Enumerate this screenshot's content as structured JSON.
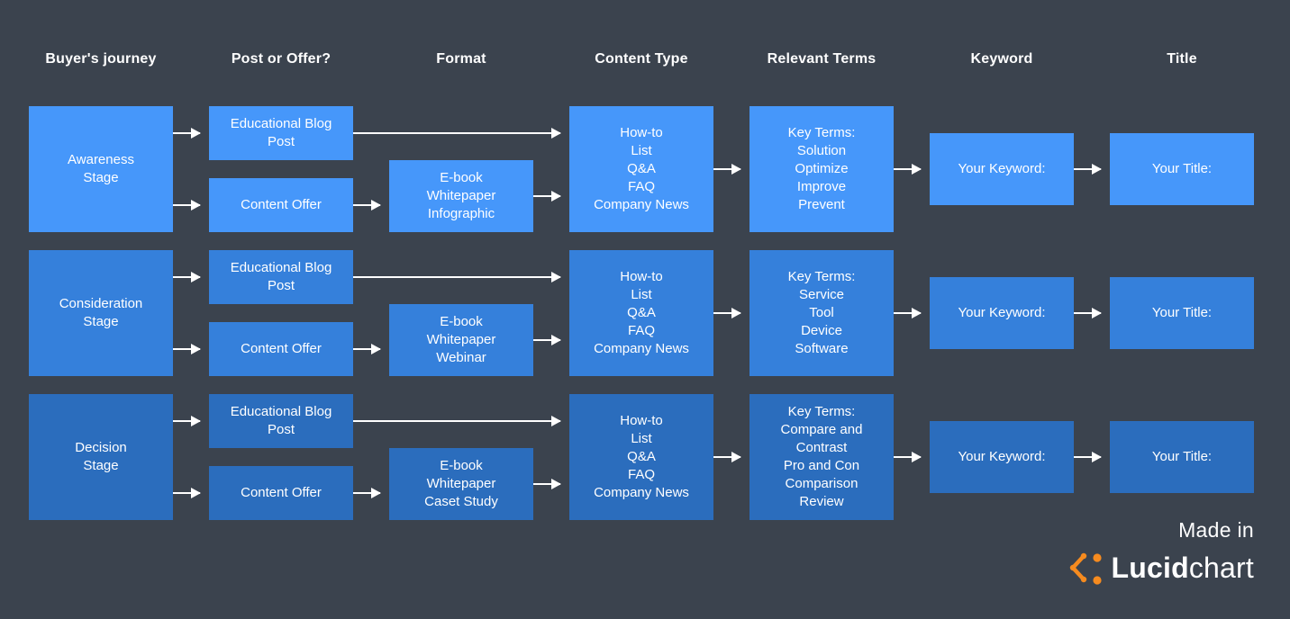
{
  "colors": {
    "background": "#3b434e",
    "row_awareness": "#4697fa",
    "row_consideration": "#3580db",
    "row_decision": "#2b6dbd",
    "arrow": "#ffffff",
    "text": "#ffffff",
    "brand_orange": "#f68b1f"
  },
  "headers": [
    "Buyer's journey",
    "Post or Offer?",
    "Format",
    "Content Type",
    "Relevant Terms",
    "Keyword",
    "Title"
  ],
  "rows": [
    {
      "stage": "Awareness\nStage",
      "blog": "Educational Blog\nPost",
      "offer": "Content Offer",
      "format": "E-book\nWhitepaper\nInfographic",
      "content_type": "How-to\nList\nQ&A\nFAQ\nCompany News",
      "relevant_terms": "Key Terms:\nSolution\nOptimize\nImprove\nPrevent",
      "keyword": "Your Keyword:",
      "title": "Your Title:"
    },
    {
      "stage": "Consideration\nStage",
      "blog": "Educational Blog\nPost",
      "offer": "Content Offer",
      "format": "E-book\nWhitepaper\nWebinar",
      "content_type": "How-to\nList\nQ&A\nFAQ\nCompany News",
      "relevant_terms": "Key Terms:\nService\nTool\nDevice\nSoftware",
      "keyword": "Your Keyword:",
      "title": "Your Title:"
    },
    {
      "stage": "Decision\nStage",
      "blog": "Educational Blog\nPost",
      "offer": "Content Offer",
      "format": "E-book\nWhitepaper\nCaset Study",
      "content_type": "How-to\nList\nQ&A\nFAQ\nCompany News",
      "relevant_terms": "Key Terms:\nCompare and\nContrast\nPro and Con\nComparison\nReview",
      "keyword": "Your Keyword:",
      "title": "Your Title:"
    }
  ],
  "footer": {
    "made_in": "Made in",
    "brand_bold": "Lucid",
    "brand_light": "chart"
  }
}
